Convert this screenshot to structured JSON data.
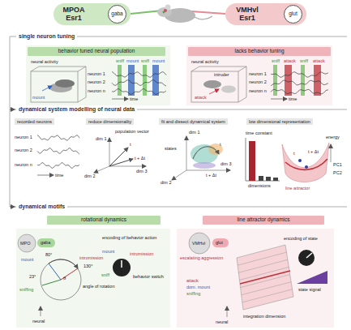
{
  "diagram": {
    "nodes": [
      {
        "text": [
          "MPOA Esr1"
        ]
      },
      {
        "text": [
          "gaba"
        ],
        "in": 0
      },
      {
        "text": [
          "VMHvl Esr1"
        ]
      },
      {
        "text": [
          "glut"
        ],
        "in": 2
      },
      {
        "text": [
          "behavior tuned neural population"
        ]
      },
      {
        "text": [
          "lacks behavior tuning"
        ]
      },
      {
        "text": [
          "rotational dynamics"
        ]
      },
      {
        "text": [
          "line attractor dynamics"
        ]
      }
    ],
    "labels": [
      "single neuron tuning",
      "neural activity",
      "mount",
      "neuron 1",
      "neuron 2",
      "neuron n",
      "time",
      "sniff",
      "mount",
      "sniff",
      "mount",
      "neural activity",
      "intruder",
      "attack",
      "neuron 1",
      "neuron 2",
      "neuron n",
      "time",
      "sniff",
      "attack",
      "sniff",
      "attack",
      "dynamical system modelling of neural data",
      "recorded neurons",
      "reduce dimensionality",
      "fit and dissect dynamical system",
      "low dimensional representation",
      "neuron 1",
      "neuron 2",
      "neuron n",
      "time",
      "population vector",
      "t",
      "dim 1",
      "dim 2",
      "t + Δt",
      "dim 3",
      "states",
      "t",
      "dim 1",
      "dim 3",
      "dim 2",
      "t + Δt",
      "time constant",
      "dimensions",
      "energy",
      "PC1",
      "PC2",
      "t + Δt",
      "t",
      "line attractor",
      "dynamical motifs",
      "MPO",
      "gaba",
      "mount",
      "80°",
      "intromission",
      "130°",
      "23°",
      "sniffing",
      "angle of rotation",
      "θ",
      "neural",
      "encoding of behavior action",
      "mount",
      "intromission",
      "sniff",
      "behavior switch",
      "VMHvl",
      "glut",
      "escalating aggression",
      "attack",
      "dom. mount",
      "sniffing",
      "integration dimension",
      "neural",
      "encoding of state",
      "state signal"
    ]
  }
}
